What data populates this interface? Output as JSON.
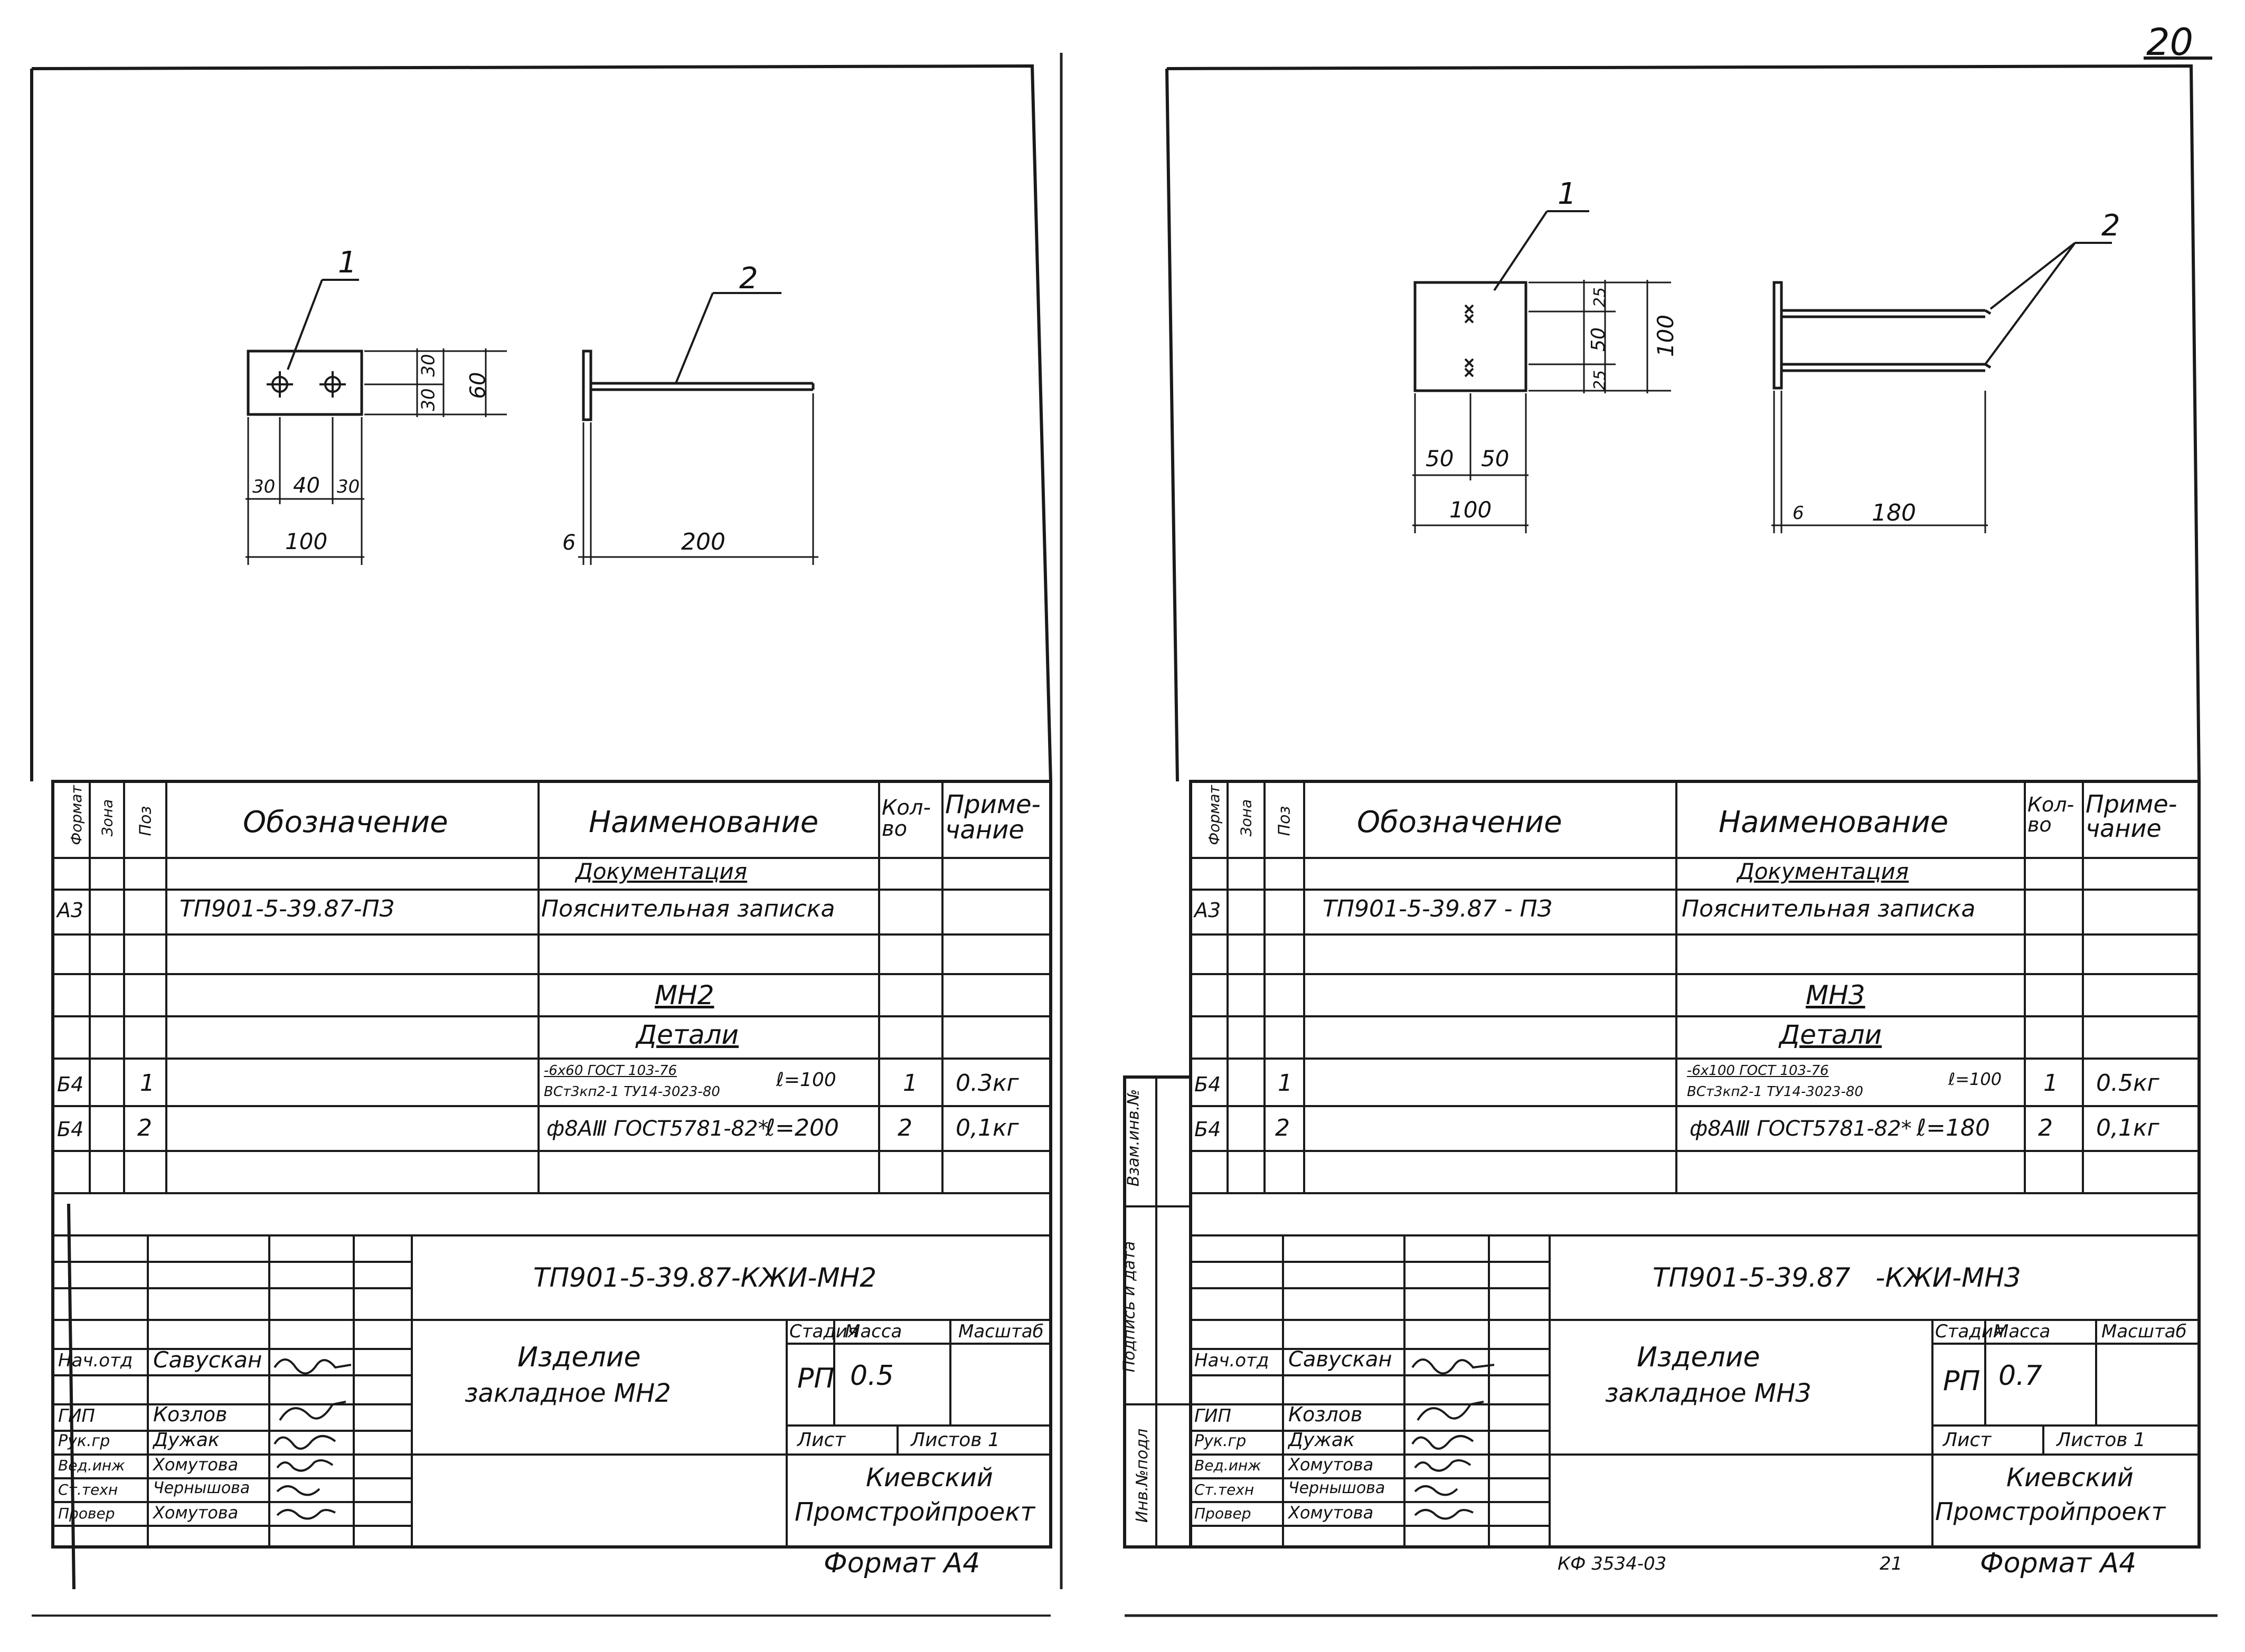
{
  "page_number": "20",
  "left": {
    "drawing": {
      "part1_label": "1",
      "part2_label": "2",
      "dims": {
        "h30a": "30",
        "h30b": "30",
        "h60": "60",
        "w30a": "30",
        "w40": "40",
        "w30b": "30",
        "w100": "100",
        "thick": "6",
        "len": "200"
      }
    },
    "spec": {
      "headers": {
        "format": "Формат",
        "zone": "Зона",
        "pos": "Поз",
        "designation": "Обозначение",
        "name": "Наименование",
        "qty": "Кол-во",
        "note": "Приме-чание"
      },
      "section_docs": "Документация",
      "rows": [
        {
          "format": "А3",
          "pos": "",
          "designation": "ТП901-5-39.87-ПЗ",
          "name": "Пояснительная записка",
          "qty": "",
          "note": ""
        }
      ],
      "product": "МН2",
      "section_details": "Детали",
      "details": [
        {
          "format": "Б4",
          "pos": "1",
          "name_top": "-6х60 ГОСТ 103-76",
          "name_bottom": "ВСт3кп2-1 ТУ14-3023-80",
          "length": "ℓ=100",
          "qty": "1",
          "note": "0.3кг"
        },
        {
          "format": "Б4",
          "pos": "2",
          "name_top": "ф8АⅢ ГОСТ5781-82*",
          "name_bottom": "",
          "length": "ℓ=200",
          "qty": "2",
          "note": "0,1кг"
        }
      ]
    },
    "title_block": {
      "doc_code": "ТП901-5-39.87-КЖИ-МН2",
      "title_line1": "Изделие",
      "title_line2": "закладное МН2",
      "stage_label": "Стадия",
      "mass_label": "Масса",
      "scale_label": "Масштаб",
      "stage": "РП",
      "mass": "0.5",
      "sheet_label": "Лист",
      "sheets_label": "Листов 1",
      "org_line1": "Киевский",
      "org_line2": "Промстройпроект",
      "roles": [
        {
          "role": "Нач.отд",
          "name": "Савускан"
        },
        {
          "role": "ГИП",
          "name": "Козлов"
        },
        {
          "role": "Рук.гр",
          "name": "Дужак"
        },
        {
          "role": "Вед.инж",
          "name": "Хомутова"
        },
        {
          "role": "Ст.техн",
          "name": "Чернышова"
        },
        {
          "role": "Провер",
          "name": "Хомутова"
        }
      ],
      "format_note": "Формат А4"
    }
  },
  "right": {
    "drawing": {
      "part1_label": "1",
      "part2_label": "2",
      "dims": {
        "h25a": "25",
        "h50": "50",
        "h25b": "25",
        "h100": "100",
        "w50a": "50",
        "w50b": "50",
        "w100": "100",
        "thick": "6",
        "len": "180"
      }
    },
    "spec": {
      "headers": {
        "format": "Формат",
        "zone": "Зона",
        "pos": "Поз",
        "designation": "Обозначение",
        "name": "Наименование",
        "qty": "Кол-во",
        "note": "Приме-чание"
      },
      "section_docs": "Документация",
      "rows": [
        {
          "format": "А3",
          "pos": "",
          "designation": "ТП901-5-39.87 - ПЗ",
          "name": "Пояснительная записка",
          "qty": "",
          "note": ""
        }
      ],
      "product": "МН3",
      "section_details": "Детали",
      "details": [
        {
          "format": "Б4",
          "pos": "1",
          "name_top": "-6х100 ГОСТ 103-76",
          "name_bottom": "ВСт3кп2-1 ТУ14-3023-80",
          "length": "ℓ=100",
          "qty": "1",
          "note": "0.5кг"
        },
        {
          "format": "Б4",
          "pos": "2",
          "name_top": "ф8АⅢ ГОСТ5781-82*",
          "name_bottom": "",
          "length": "ℓ=180",
          "qty": "2",
          "note": "0,1кг"
        }
      ]
    },
    "side_stamp": {
      "inv": "Инв.№подл",
      "sign": "Подпись и дата",
      "vzam": "Взам.инв.№"
    },
    "title_block": {
      "doc_code": "ТП901-5-39.87   -КЖИ-МН3",
      "title_line1": "Изделие",
      "title_line2": "закладное МН3",
      "stage_label": "Стадия",
      "mass_label": "Масса",
      "scale_label": "Масштаб",
      "stage": "РП",
      "mass": "0.7",
      "sheet_label": "Лист",
      "sheets_label": "Листов 1",
      "org_line1": "Киевский",
      "org_line2": "Промстройпроект",
      "roles": [
        {
          "role": "Нач.отд",
          "name": "Савускан"
        },
        {
          "role": "ГИП",
          "name": "Козлов"
        },
        {
          "role": "Рук.гр",
          "name": "Дужак"
        },
        {
          "role": "Вед.инж",
          "name": "Хомутова"
        },
        {
          "role": "Ст.техн",
          "name": "Чернышова"
        },
        {
          "role": "Провер",
          "name": "Хомутова"
        }
      ],
      "kf_code": "КФ 3534-03",
      "kf_num": "21",
      "format_note": "Формат А4"
    }
  }
}
